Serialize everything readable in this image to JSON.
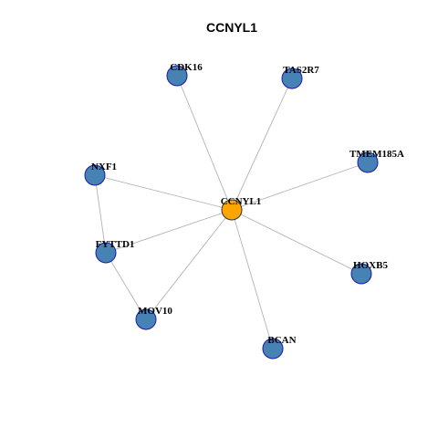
{
  "title": "CCNYL1",
  "colors": {
    "hub": "#FFA500",
    "neighbor": "#4682B4",
    "edge": "#B3B3B3"
  },
  "nodes": [
    {
      "id": "CCNYL1",
      "label": "CCNYL1",
      "role": "hub"
    },
    {
      "id": "CDK16",
      "label": "CDK16",
      "role": "neighbor"
    },
    {
      "id": "TAS2R7",
      "label": "TAS2R7",
      "role": "neighbor"
    },
    {
      "id": "TMEM185A",
      "label": "TMEM185A",
      "role": "neighbor"
    },
    {
      "id": "HOXB5",
      "label": "HOXB5",
      "role": "neighbor"
    },
    {
      "id": "BCAN",
      "label": "BCAN",
      "role": "neighbor"
    },
    {
      "id": "MOV10",
      "label": "MOV10",
      "role": "neighbor"
    },
    {
      "id": "FYTTD1",
      "label": "FYTTD1",
      "role": "neighbor"
    },
    {
      "id": "NXF1",
      "label": "NXF1",
      "role": "neighbor"
    }
  ],
  "edges": [
    [
      "CCNYL1",
      "CDK16"
    ],
    [
      "CCNYL1",
      "TAS2R7"
    ],
    [
      "CCNYL1",
      "TMEM185A"
    ],
    [
      "CCNYL1",
      "HOXB5"
    ],
    [
      "CCNYL1",
      "BCAN"
    ],
    [
      "CCNYL1",
      "MOV10"
    ],
    [
      "CCNYL1",
      "FYTTD1"
    ],
    [
      "CCNYL1",
      "NXF1"
    ],
    [
      "NXF1",
      "FYTTD1"
    ],
    [
      "FYTTD1",
      "MOV10"
    ]
  ]
}
